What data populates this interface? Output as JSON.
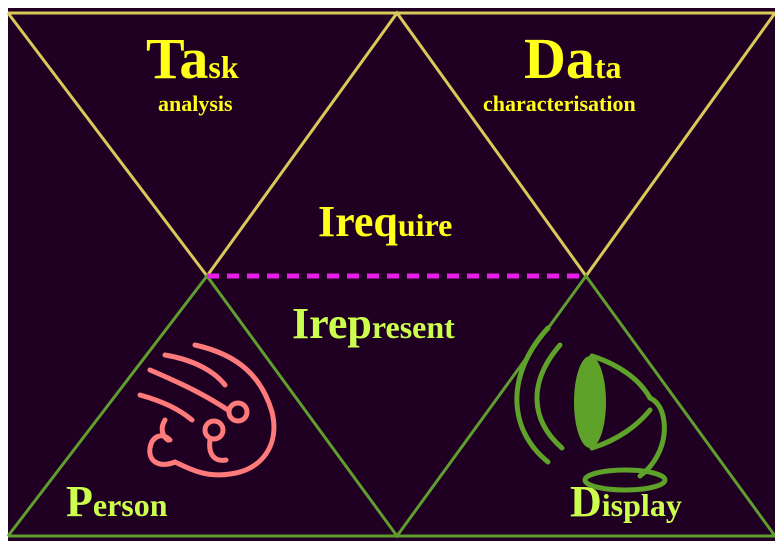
{
  "colors": {
    "background": "#200022",
    "frame": "#ffffff",
    "upper_lines": "#d9c95a",
    "lower_lines": "#5f9e2e",
    "dashed_line": "#e81ee8",
    "upper_text": "#ffff1a",
    "lower_text": "#ccff4d",
    "person_icon": "#ff7a7a",
    "display_icon": "#5fa22a"
  },
  "task": {
    "initial": "Ta",
    "rest": "sk",
    "subtitle": "analysis"
  },
  "data": {
    "initial": "Da",
    "rest": "ta",
    "subtitle": "characterisation"
  },
  "require": {
    "initial": "Ireq",
    "rest": "uire"
  },
  "represent": {
    "initial": "Irep",
    "rest": "resent"
  },
  "person": {
    "initial": "P",
    "rest": "erson",
    "icon": "person-doodle-icon"
  },
  "display": {
    "initial": "D",
    "rest": "isplay",
    "icon": "gramophone-speaker-icon"
  }
}
